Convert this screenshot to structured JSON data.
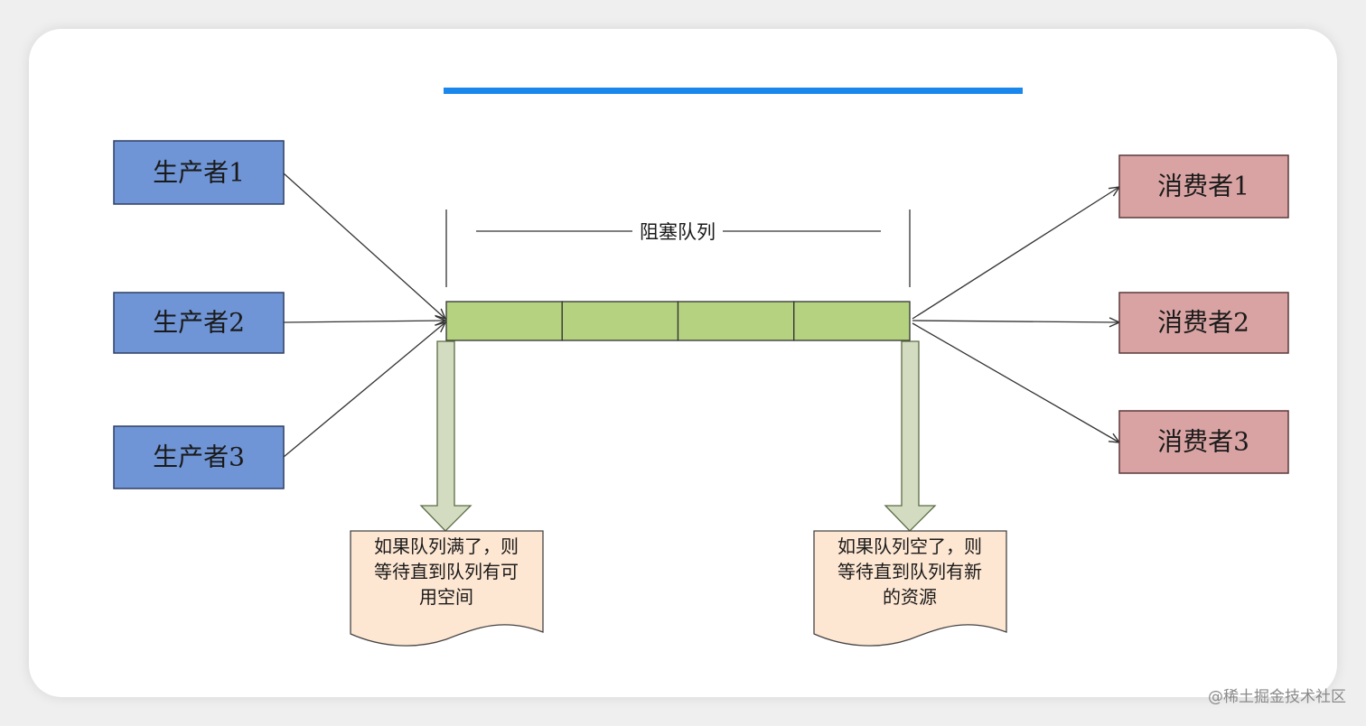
{
  "producers": [
    {
      "label": "生产者1"
    },
    {
      "label": "生产者2"
    },
    {
      "label": "生产者3"
    }
  ],
  "consumers": [
    {
      "label": "消费者1"
    },
    {
      "label": "消费者2"
    },
    {
      "label": "消费者3"
    }
  ],
  "queue": {
    "label": "阻塞队列",
    "slots": 4
  },
  "notes": {
    "full": {
      "lines": [
        "如果队列满了，则",
        "等待直到队列有可",
        "用空间"
      ]
    },
    "empty": {
      "lines": [
        "如果队列空了，则",
        "等待直到队列有新",
        "的资源"
      ]
    }
  },
  "watermark": "@稀土掘金技术社区",
  "colors": {
    "accent_bar": "#1a87ec",
    "producer_fill": "#6f95d6",
    "consumer_fill": "#d9a3a3",
    "queue_fill": "#b4d27f",
    "note_fill": "#fde6d2",
    "down_arrow_fill": "#d3dcc0"
  }
}
